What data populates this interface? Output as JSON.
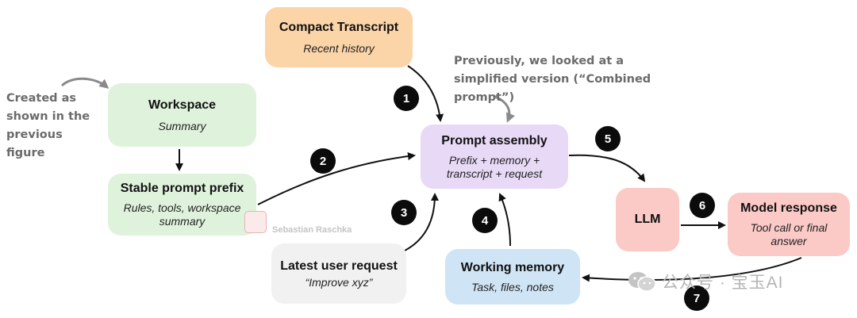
{
  "boxes": {
    "compact_transcript": {
      "title": "Compact Transcript",
      "sub": "Recent history",
      "color": "#fbd4a8"
    },
    "workspace": {
      "title": "Workspace",
      "sub": "Summary",
      "color": "#dff3dc"
    },
    "stable_prefix": {
      "title": "Stable prompt prefix",
      "sub": "Rules, tools, workspace summary",
      "color": "#dff3dc"
    },
    "prompt_assembly": {
      "title": "Prompt assembly",
      "sub": "Prefix + memory + transcript + request",
      "color": "#e8d9f7"
    },
    "latest_request": {
      "title": "Latest user request",
      "sub": "“Improve xyz”",
      "color": "#f1f1f1"
    },
    "working_memory": {
      "title": "Working memory",
      "sub": "Task, files, notes",
      "color": "#cfe4f5"
    },
    "llm": {
      "title": "LLM",
      "color": "#fbc9c6"
    },
    "model_response": {
      "title": "Model response",
      "sub": "Tool call or final answer",
      "color": "#fbc9c6"
    }
  },
  "badges": [
    "1",
    "2",
    "3",
    "4",
    "5",
    "6",
    "7"
  ],
  "notes": {
    "created": "Created as shown in the previous figure",
    "previously": "Previously, we looked at a simplified version (“Combined prompt”)"
  },
  "watermark": {
    "author": "Sebastian Raschka",
    "wechat": "公众号 · 宝玉AI"
  },
  "icons": [
    "wechat-logo-icon",
    "author-stamp-icon"
  ]
}
